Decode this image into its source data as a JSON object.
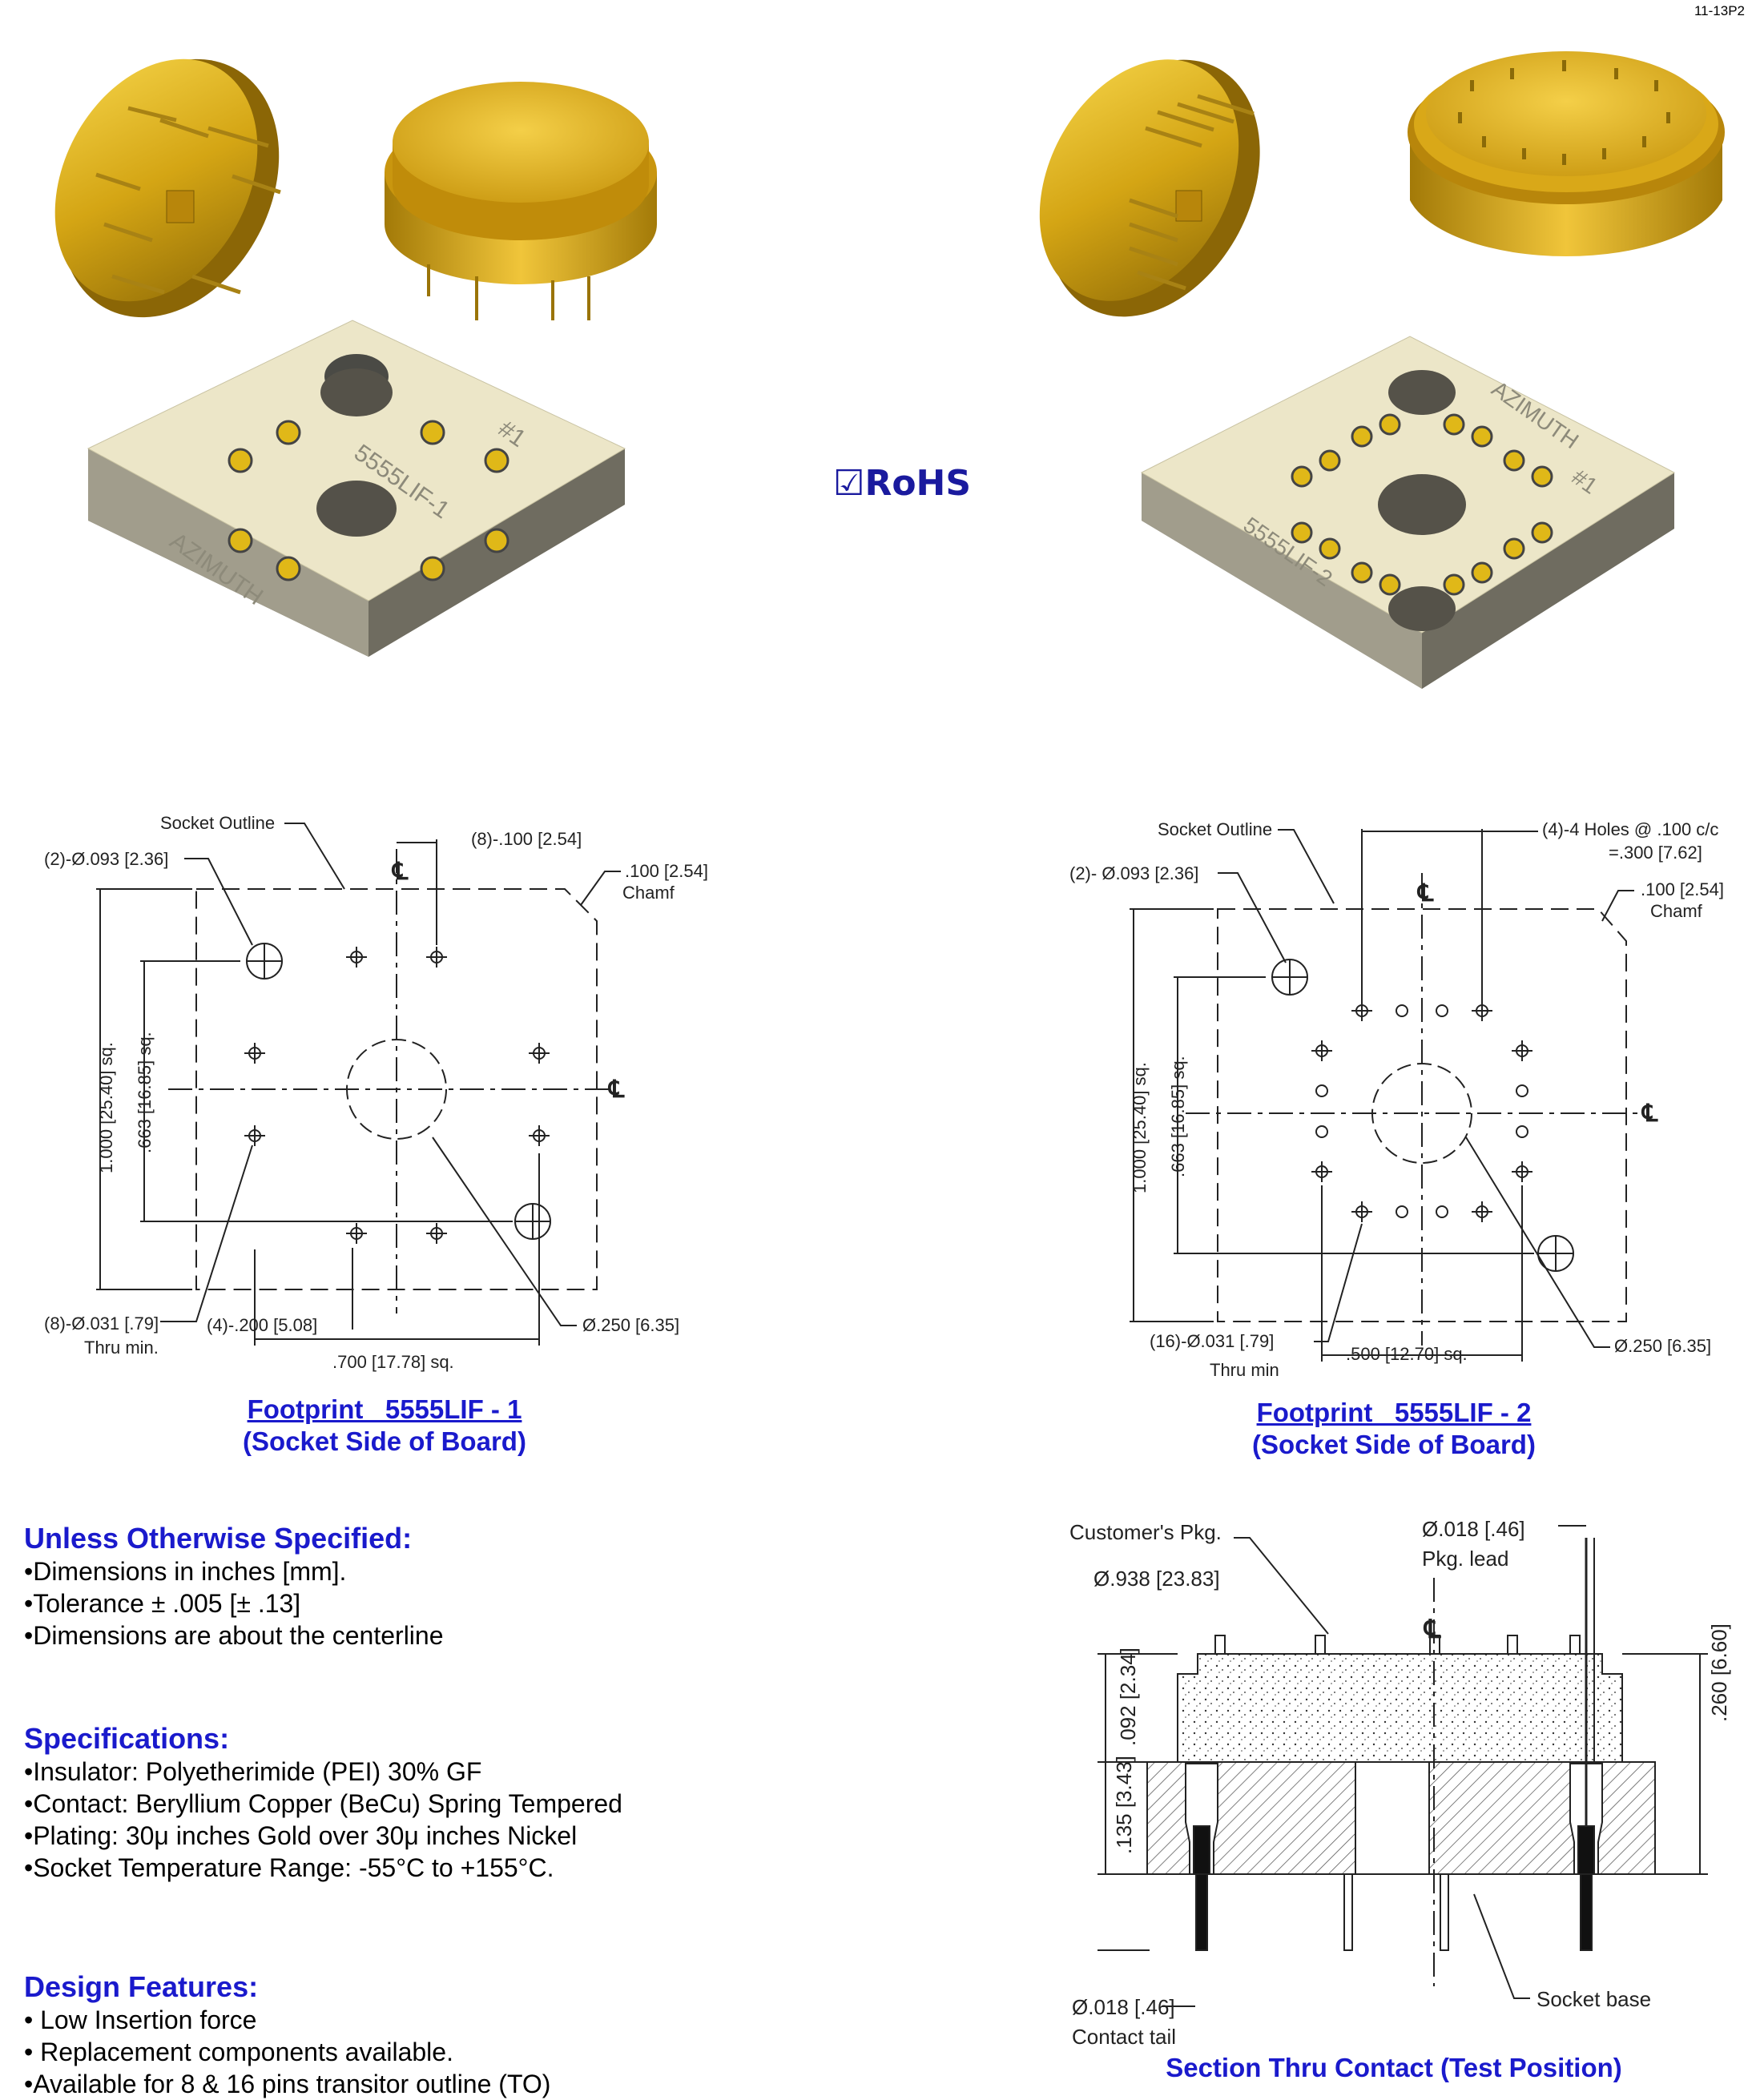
{
  "page_id": "11-13P2",
  "rohs_label": "☑RoHS",
  "socket1": {
    "engraving_part": "5555LIF-1",
    "engraving_num": "#1",
    "engraving_brand": "AZIMUTH"
  },
  "socket2": {
    "engraving_part": "5555LIF-2",
    "engraving_num": "#1",
    "engraving_brand": "AZIMUTH"
  },
  "footprint1": {
    "labels": {
      "socket_outline": "Socket Outline",
      "pitch": "(8)-.100 [2.54]",
      "chamf_value": ".100 [2.54]",
      "chamf_word": "Chamf",
      "hole_dia": "(2)-Ø.093 [2.36]",
      "outline_size": "1.000 [25.40] sq.",
      "hole_span": ".663 [16.85] sq.",
      "pin_dia": "(8)-Ø.031 [.79]",
      "thru": "Thru min.",
      "pin_spacing": "(4)-.200 [5.08]",
      "pin_square": ".700 [17.78] sq.",
      "center_hole": "Ø.250 [6.35]",
      "centerline": "℄"
    },
    "caption_title": "Footprint   5555LIF - 1",
    "caption_sub": "(Socket Side of Board)"
  },
  "footprint2": {
    "labels": {
      "socket_outline": "Socket Outline",
      "holes_pitch": "(4)-4 Holes @ .100 c/c",
      "holes_total": "=.300 [7.62]",
      "chamf_value": ".100 [2.54]",
      "chamf_word": "Chamf",
      "hole_dia": "(2)- Ø.093 [2.36]",
      "outline_size": "1.000 [25.40] sq.",
      "hole_span": ".663 [16.85] sq.",
      "pin_dia": "(16)-Ø.031 [.79]",
      "thru": "Thru min",
      "pin_square": ".500 [12.70] sq.",
      "center_hole": "Ø.250 [6.35]",
      "centerline": "℄"
    },
    "caption_title": "Footprint   5555LIF - 2",
    "caption_sub": "(Socket Side of Board)"
  },
  "section": {
    "labels": {
      "customer_pkg": "Customer's Pkg.",
      "pkg_dia": "Ø.938 [23.83]",
      "lead_dia": "Ø.018 [.46]",
      "pkg_lead": "Pkg. lead",
      "h1": ".092 [2.34]",
      "h2": ".135 [3.43]",
      "h3": ".260 [6.60]",
      "tail_dia": "Ø.018 [.46]",
      "contact_tail": "Contact tail",
      "socket_base": "Socket base",
      "centerline": "℄"
    },
    "caption": "Section Thru Contact  (Test Position)"
  },
  "unless": {
    "heading": "Unless Otherwise Specified:",
    "items": [
      "•Dimensions in inches [mm].",
      "•Tolerance ± .005 [± .13]",
      "•Dimensions are about the centerline"
    ]
  },
  "specs": {
    "heading": "Specifications:",
    "items": [
      "•Insulator: Polyetherimide (PEI) 30% GF",
      "•Contact: Beryllium Copper (BeCu) Spring Tempered",
      "•Plating: 30μ inches Gold over 30μ inches Nickel",
      "•Socket Temperature Range: -55°C to +155°C."
    ]
  },
  "features": {
    "heading": "Design Features:",
    "items": [
      "• Low Insertion force",
      "• Replacement components available.",
      "•Available for 8 & 16 pins transitor outline (TO)"
    ]
  },
  "colors": {
    "gold": "#d4a514",
    "insulator": "#ece6c8",
    "caption_blue": "#1a1acc",
    "rohs_blue": "#1a1a9e"
  }
}
